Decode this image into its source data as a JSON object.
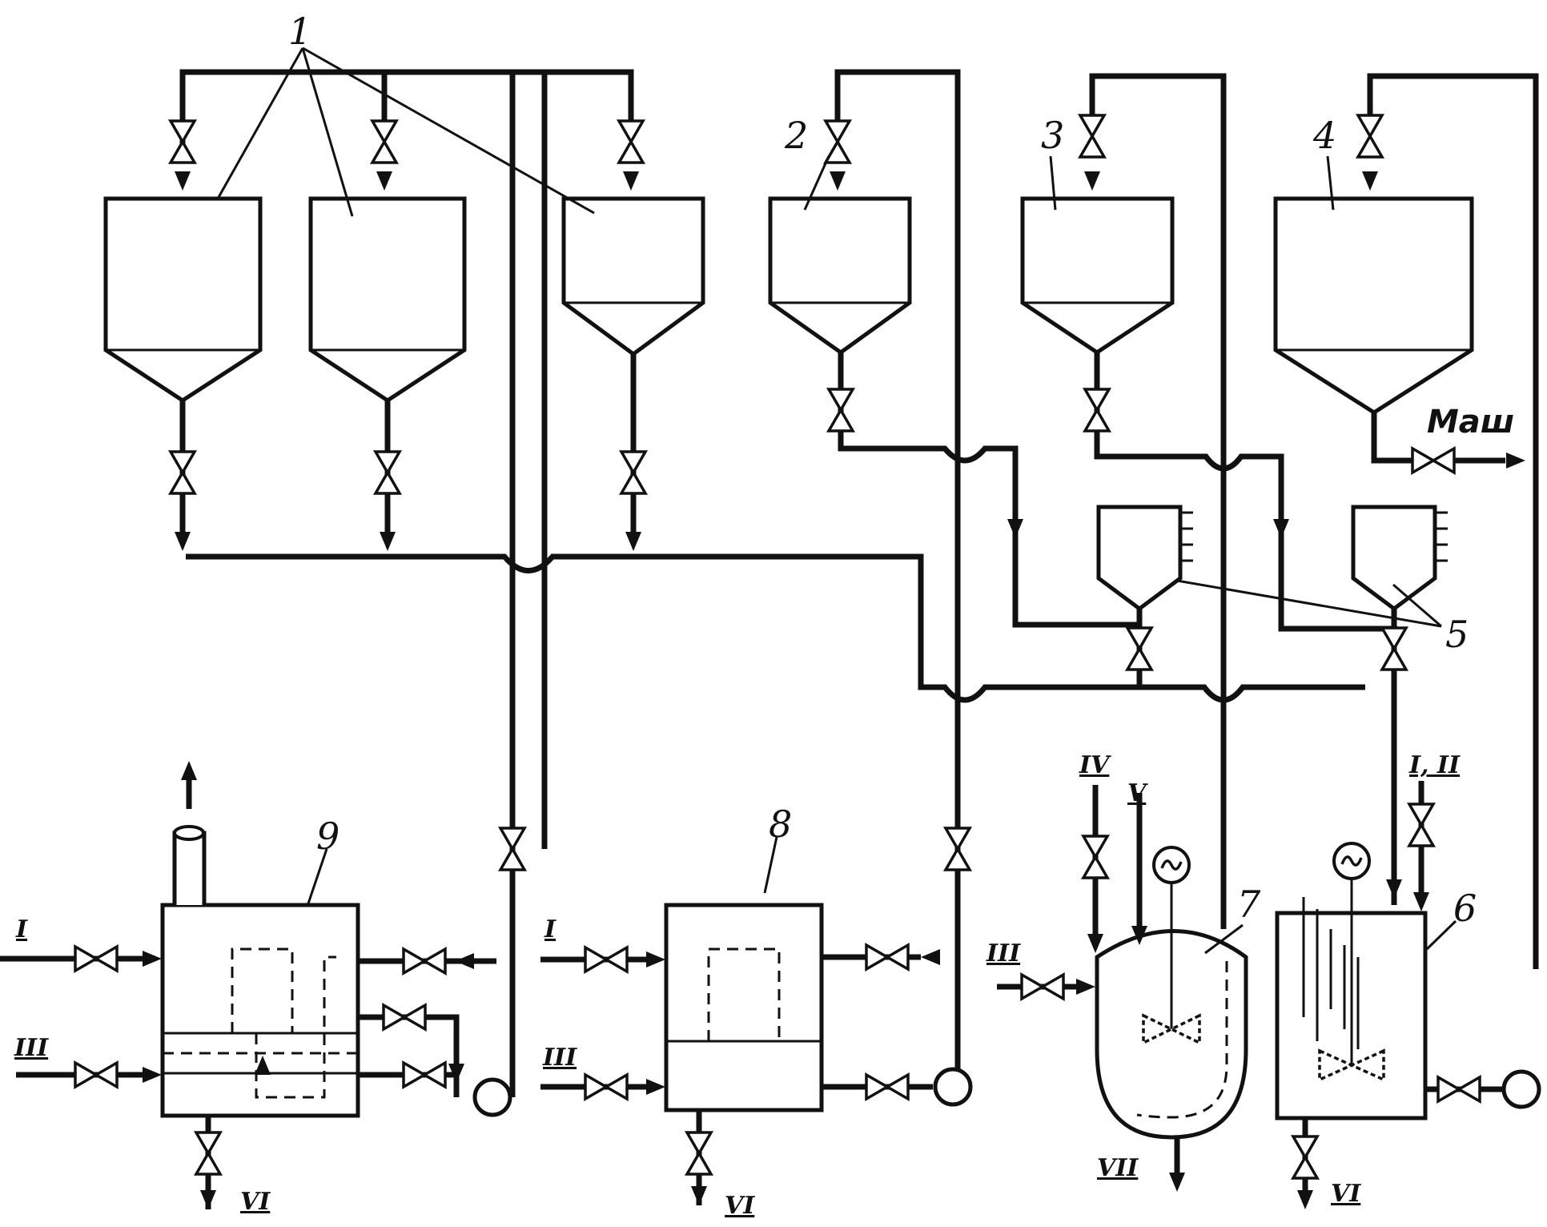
{
  "equipment_numbers": {
    "n1": "1",
    "n2": "2",
    "n3": "3",
    "n4": "4",
    "n5": "5",
    "n6": "6",
    "n7": "7",
    "n8": "8",
    "n9": "9"
  },
  "stream_labels": {
    "I": "I",
    "III": "III",
    "IV": "IV",
    "V": "V",
    "VI": "VI",
    "VII": "VII",
    "I_II": "I, II"
  },
  "outlet_label": "Маш"
}
